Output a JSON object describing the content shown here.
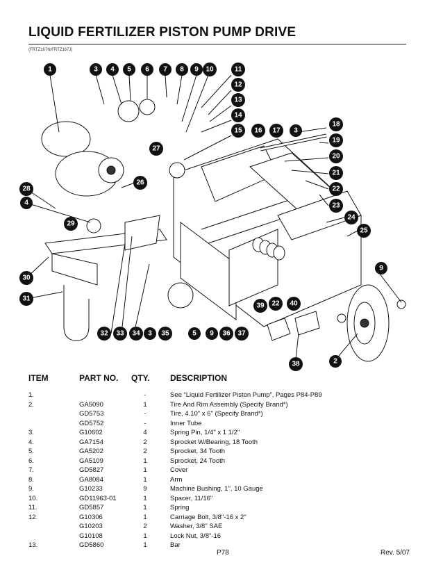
{
  "header": {
    "title": "LIQUID FERTILIZER PISTON PUMP DRIVE",
    "subtitle": "(FRTZ167N/FRTZ167J)"
  },
  "callouts": [
    "1",
    "3",
    "4",
    "5",
    "6",
    "7",
    "8",
    "9",
    "10",
    "11",
    "12",
    "13",
    "14",
    "15",
    "16",
    "17",
    "3",
    "18",
    "19",
    "20",
    "21",
    "22",
    "23",
    "24",
    "25",
    "9",
    "2",
    "26",
    "27",
    "28",
    "4",
    "29",
    "30",
    "31",
    "32",
    "33",
    "34",
    "3",
    "35",
    "5",
    "9",
    "36",
    "37",
    "39",
    "22",
    "40",
    "38"
  ],
  "table": {
    "headers": {
      "item": "ITEM",
      "part": "PART NO.",
      "qty": "QTY.",
      "desc": "DESCRIPTION"
    },
    "rows": [
      {
        "item": "1.",
        "part": "",
        "qty": "-",
        "desc": "See “Liquid Fertilizer Piston Pump”, Pages P84-P89"
      },
      {
        "item": "2.",
        "part": "GA5090",
        "qty": "1",
        "desc": "Tire And Rim Assembly (Specify Brand*)"
      },
      {
        "item": "",
        "part": "GD5753",
        "qty": "-",
        "desc": "Tire, 4.10\" x 6\"  (Specify Brand*)"
      },
      {
        "item": "",
        "part": "GD5752",
        "qty": "-",
        "desc": "Inner Tube"
      },
      {
        "item": "3.",
        "part": "G10602",
        "qty": "4",
        "desc": "Spring Pin, 1/4\" x 1 1/2\""
      },
      {
        "item": "4.",
        "part": "GA7154",
        "qty": "2",
        "desc": "Sprocket W/Bearing, 18 Tooth"
      },
      {
        "item": "5.",
        "part": "GA5202",
        "qty": "2",
        "desc": "Sprocket, 34 Tooth"
      },
      {
        "item": "6.",
        "part": "GA5109",
        "qty": "1",
        "desc": "Sprocket, 24 Tooth"
      },
      {
        "item": "7.",
        "part": "GD5827",
        "qty": "1",
        "desc": "Cover"
      },
      {
        "item": "8.",
        "part": "GA8084",
        "qty": "1",
        "desc": "Arm"
      },
      {
        "item": "9.",
        "part": "G10233",
        "qty": "9",
        "desc": "Machine Bushing, 1\", 10 Gauge"
      },
      {
        "item": "10.",
        "part": "GD11963-01",
        "qty": "1",
        "desc": "Spacer, 11/16\""
      },
      {
        "item": "11.",
        "part": "GD5857",
        "qty": "1",
        "desc": "Spring"
      },
      {
        "item": "12.",
        "part": "G10306",
        "qty": "1",
        "desc": "Carriage Bolt, 3/8\"-16 x 2\""
      },
      {
        "item": "",
        "part": "G10203",
        "qty": "2",
        "desc": "Washer, 3/8\" SAE"
      },
      {
        "item": "",
        "part": "G10108",
        "qty": "1",
        "desc": "Lock Nut, 3/8\"-16"
      },
      {
        "item": "13.",
        "part": "GD5860",
        "qty": "1",
        "desc": "Bar"
      }
    ]
  },
  "footer": {
    "page": "P78",
    "rev": "Rev. 5/07"
  }
}
